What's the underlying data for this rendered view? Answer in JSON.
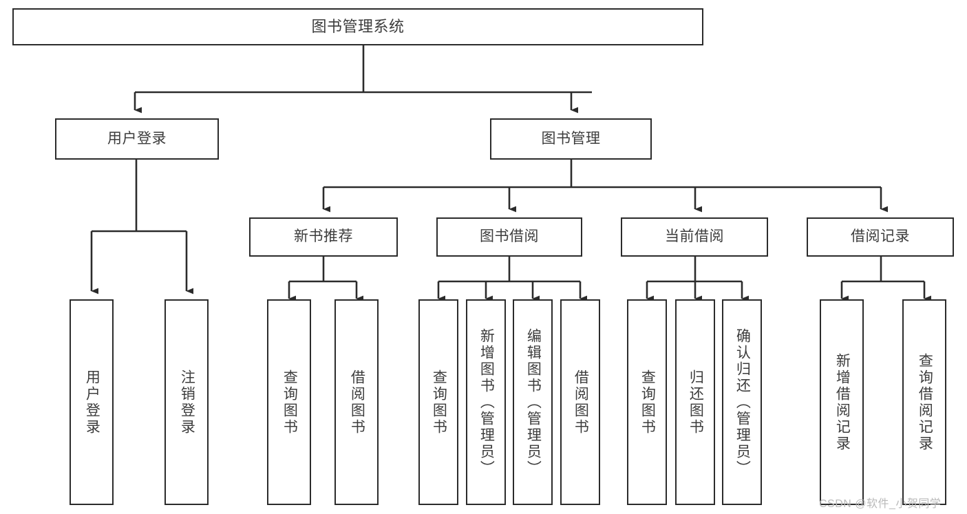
{
  "diagram": {
    "type": "hierarchy-tree",
    "title": "图书管理系统",
    "watermark": "CSDN @软件_小贺同学",
    "colors": {
      "box_stroke": "#2b2b2b",
      "box_fill": "#ffffff",
      "text": "#3c3c3c",
      "connector": "#2b2b2b",
      "watermark": "#b9b9b9",
      "background": "#ffffff"
    },
    "root": {
      "label": "图书管理系统"
    },
    "level2": [
      {
        "label": "用户登录"
      },
      {
        "label": "图书管理"
      }
    ],
    "level3": [
      {
        "label": "新书推荐"
      },
      {
        "label": "图书借阅"
      },
      {
        "label": "当前借阅"
      },
      {
        "label": "借阅记录"
      }
    ],
    "leaves": {
      "user_login": [
        {
          "label": "用户登录"
        },
        {
          "label": "注销登录"
        }
      ],
      "new_book_recommend": [
        {
          "label": "查询图书"
        },
        {
          "label": "借阅图书"
        }
      ],
      "book_borrow": [
        {
          "label": "查询图书"
        },
        {
          "label": "新增图书（管理员）"
        },
        {
          "label": "编辑图书（管理员）"
        },
        {
          "label": "借阅图书"
        }
      ],
      "current_borrow": [
        {
          "label": "查询图书"
        },
        {
          "label": "归还图书"
        },
        {
          "label": "确认归还（管理员）"
        }
      ],
      "borrow_record": [
        {
          "label": "新增借阅记录"
        },
        {
          "label": "查询借阅记录"
        }
      ]
    }
  }
}
